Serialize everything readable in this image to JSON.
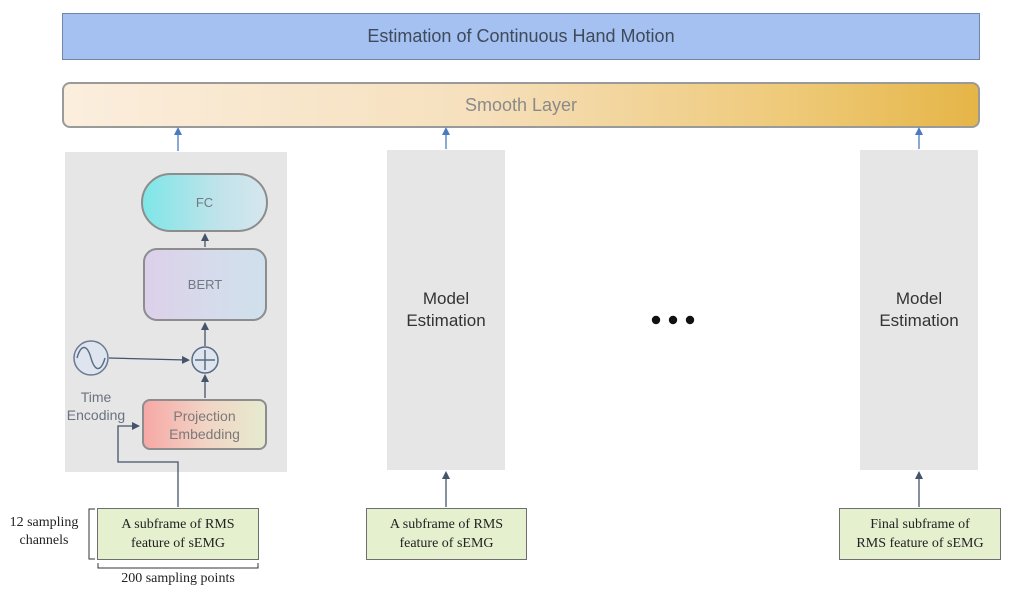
{
  "banner": {
    "title": "Estimation of Continuous Hand Motion"
  },
  "smooth_layer": {
    "label": "Smooth Layer"
  },
  "detail_model": {
    "fc_label": "FC",
    "bert_label": "BERT",
    "projection_label_line1": "Projection",
    "projection_label_line2": "Embedding",
    "time_encoding_line1": "Time",
    "time_encoding_line2": "Encoding"
  },
  "model_blocks": [
    {
      "line1": "Model",
      "line2": "Estimation"
    },
    {
      "line1": "Model",
      "line2": "Estimation"
    }
  ],
  "inputs": [
    {
      "line1": "A subframe of  RMS",
      "line2": "feature of sEMG"
    },
    {
      "line1": "A subframe of  RMS",
      "line2": "feature of sEMG"
    },
    {
      "line1": "Final subframe of",
      "line2": "RMS feature of sEMG"
    }
  ],
  "dimension_labels": {
    "rows_line1": "12 sampling",
    "rows_line2": "channels",
    "cols": "200 sampling points"
  },
  "colors": {
    "arrow_blue": "#4a7ac2",
    "arrow_dark": "#44546a"
  }
}
